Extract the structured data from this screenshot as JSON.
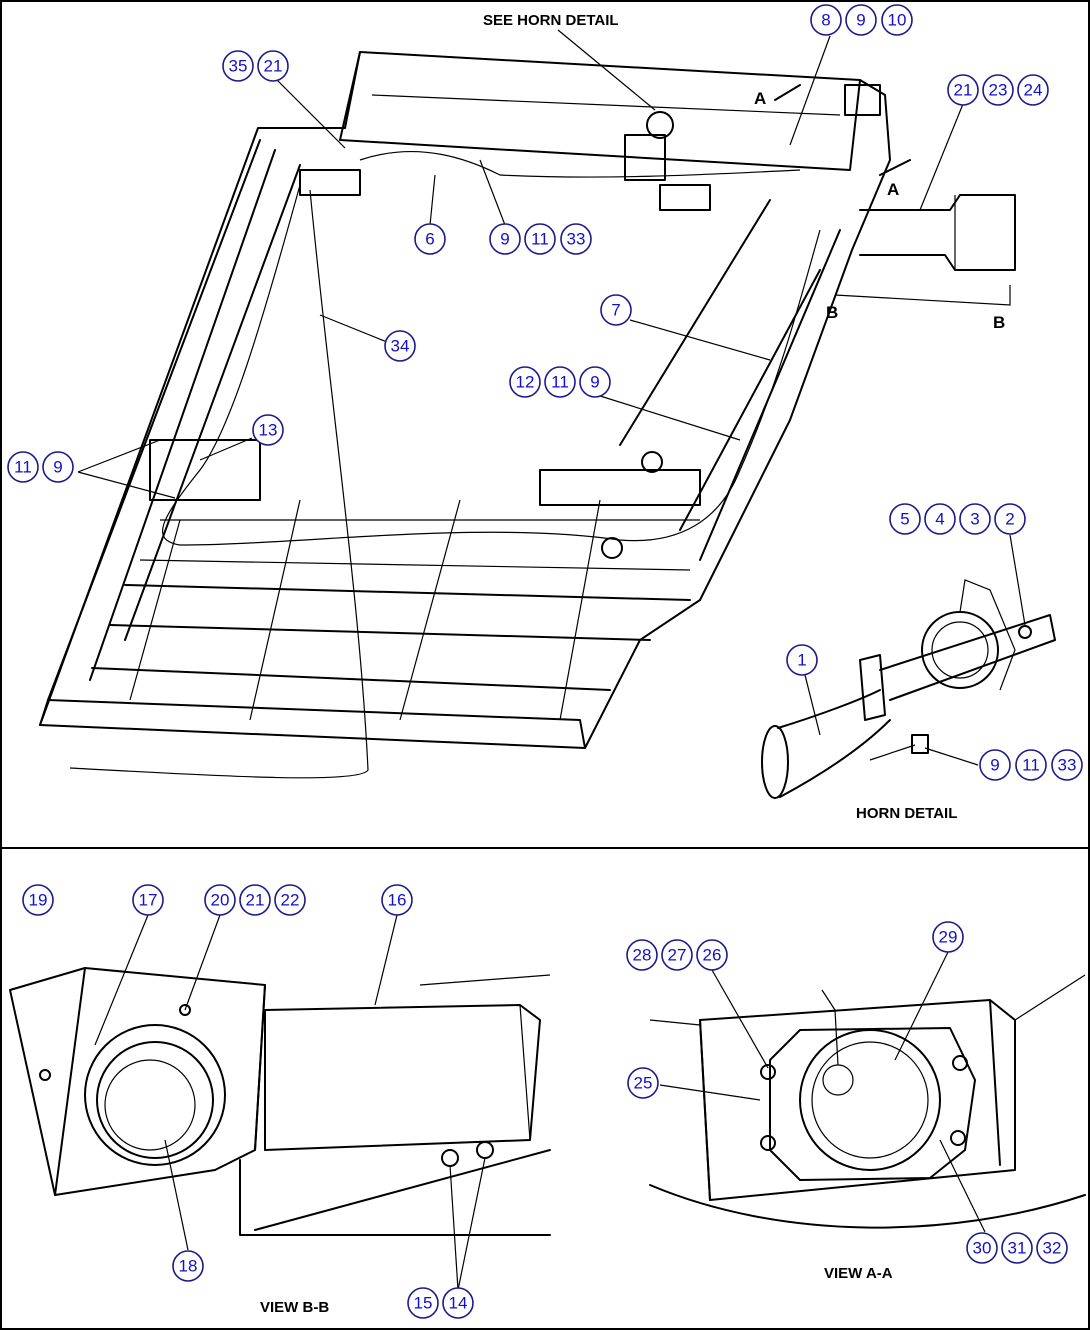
{
  "labels": {
    "see_horn_detail": "SEE HORN DETAIL",
    "horn_detail": "HORN DETAIL",
    "view_bb": "VIEW B-B",
    "view_aa": "VIEW A-A",
    "section_a": "A",
    "section_b": "B"
  },
  "callouts": [
    {
      "id": "c35",
      "text": "35"
    },
    {
      "id": "c21a",
      "text": "21"
    },
    {
      "id": "c8",
      "text": "8"
    },
    {
      "id": "c9a",
      "text": "9"
    },
    {
      "id": "c10",
      "text": "10"
    },
    {
      "id": "c21b",
      "text": "21"
    },
    {
      "id": "c23",
      "text": "23"
    },
    {
      "id": "c24",
      "text": "24"
    },
    {
      "id": "c6",
      "text": "6"
    },
    {
      "id": "c9b",
      "text": "9"
    },
    {
      "id": "c11a",
      "text": "11"
    },
    {
      "id": "c33a",
      "text": "33"
    },
    {
      "id": "c34",
      "text": "34"
    },
    {
      "id": "c7",
      "text": "7"
    },
    {
      "id": "c12",
      "text": "12"
    },
    {
      "id": "c11b",
      "text": "11"
    },
    {
      "id": "c9c",
      "text": "9"
    },
    {
      "id": "c13",
      "text": "13"
    },
    {
      "id": "c11c",
      "text": "11"
    },
    {
      "id": "c9d",
      "text": "9"
    },
    {
      "id": "c5",
      "text": "5"
    },
    {
      "id": "c4",
      "text": "4"
    },
    {
      "id": "c3",
      "text": "3"
    },
    {
      "id": "c2",
      "text": "2"
    },
    {
      "id": "c1",
      "text": "1"
    },
    {
      "id": "c9e",
      "text": "9"
    },
    {
      "id": "c11d",
      "text": "11"
    },
    {
      "id": "c33b",
      "text": "33"
    },
    {
      "id": "c19",
      "text": "19"
    },
    {
      "id": "c17",
      "text": "17"
    },
    {
      "id": "c20",
      "text": "20"
    },
    {
      "id": "c21c",
      "text": "21"
    },
    {
      "id": "c22",
      "text": "22"
    },
    {
      "id": "c16",
      "text": "16"
    },
    {
      "id": "c18",
      "text": "18"
    },
    {
      "id": "c15",
      "text": "15"
    },
    {
      "id": "c14",
      "text": "14"
    },
    {
      "id": "c28",
      "text": "28"
    },
    {
      "id": "c27",
      "text": "27"
    },
    {
      "id": "c26",
      "text": "26"
    },
    {
      "id": "c29",
      "text": "29"
    },
    {
      "id": "c25",
      "text": "25"
    },
    {
      "id": "c30",
      "text": "30"
    },
    {
      "id": "c31",
      "text": "31"
    },
    {
      "id": "c32",
      "text": "32"
    }
  ]
}
